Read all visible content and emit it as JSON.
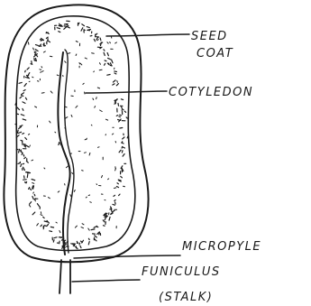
{
  "diagram": {
    "labels": {
      "seed_coat_line1": "SEED",
      "seed_coat_line2": "COAT",
      "cotyledon": "COTYLEDON",
      "micropyle": "MICROPYLE",
      "funiculus": "FUNICULUS",
      "stalk": "(STALK)"
    },
    "colors": {
      "ink": "#1a1a1a",
      "paper": "#ffffff"
    }
  }
}
